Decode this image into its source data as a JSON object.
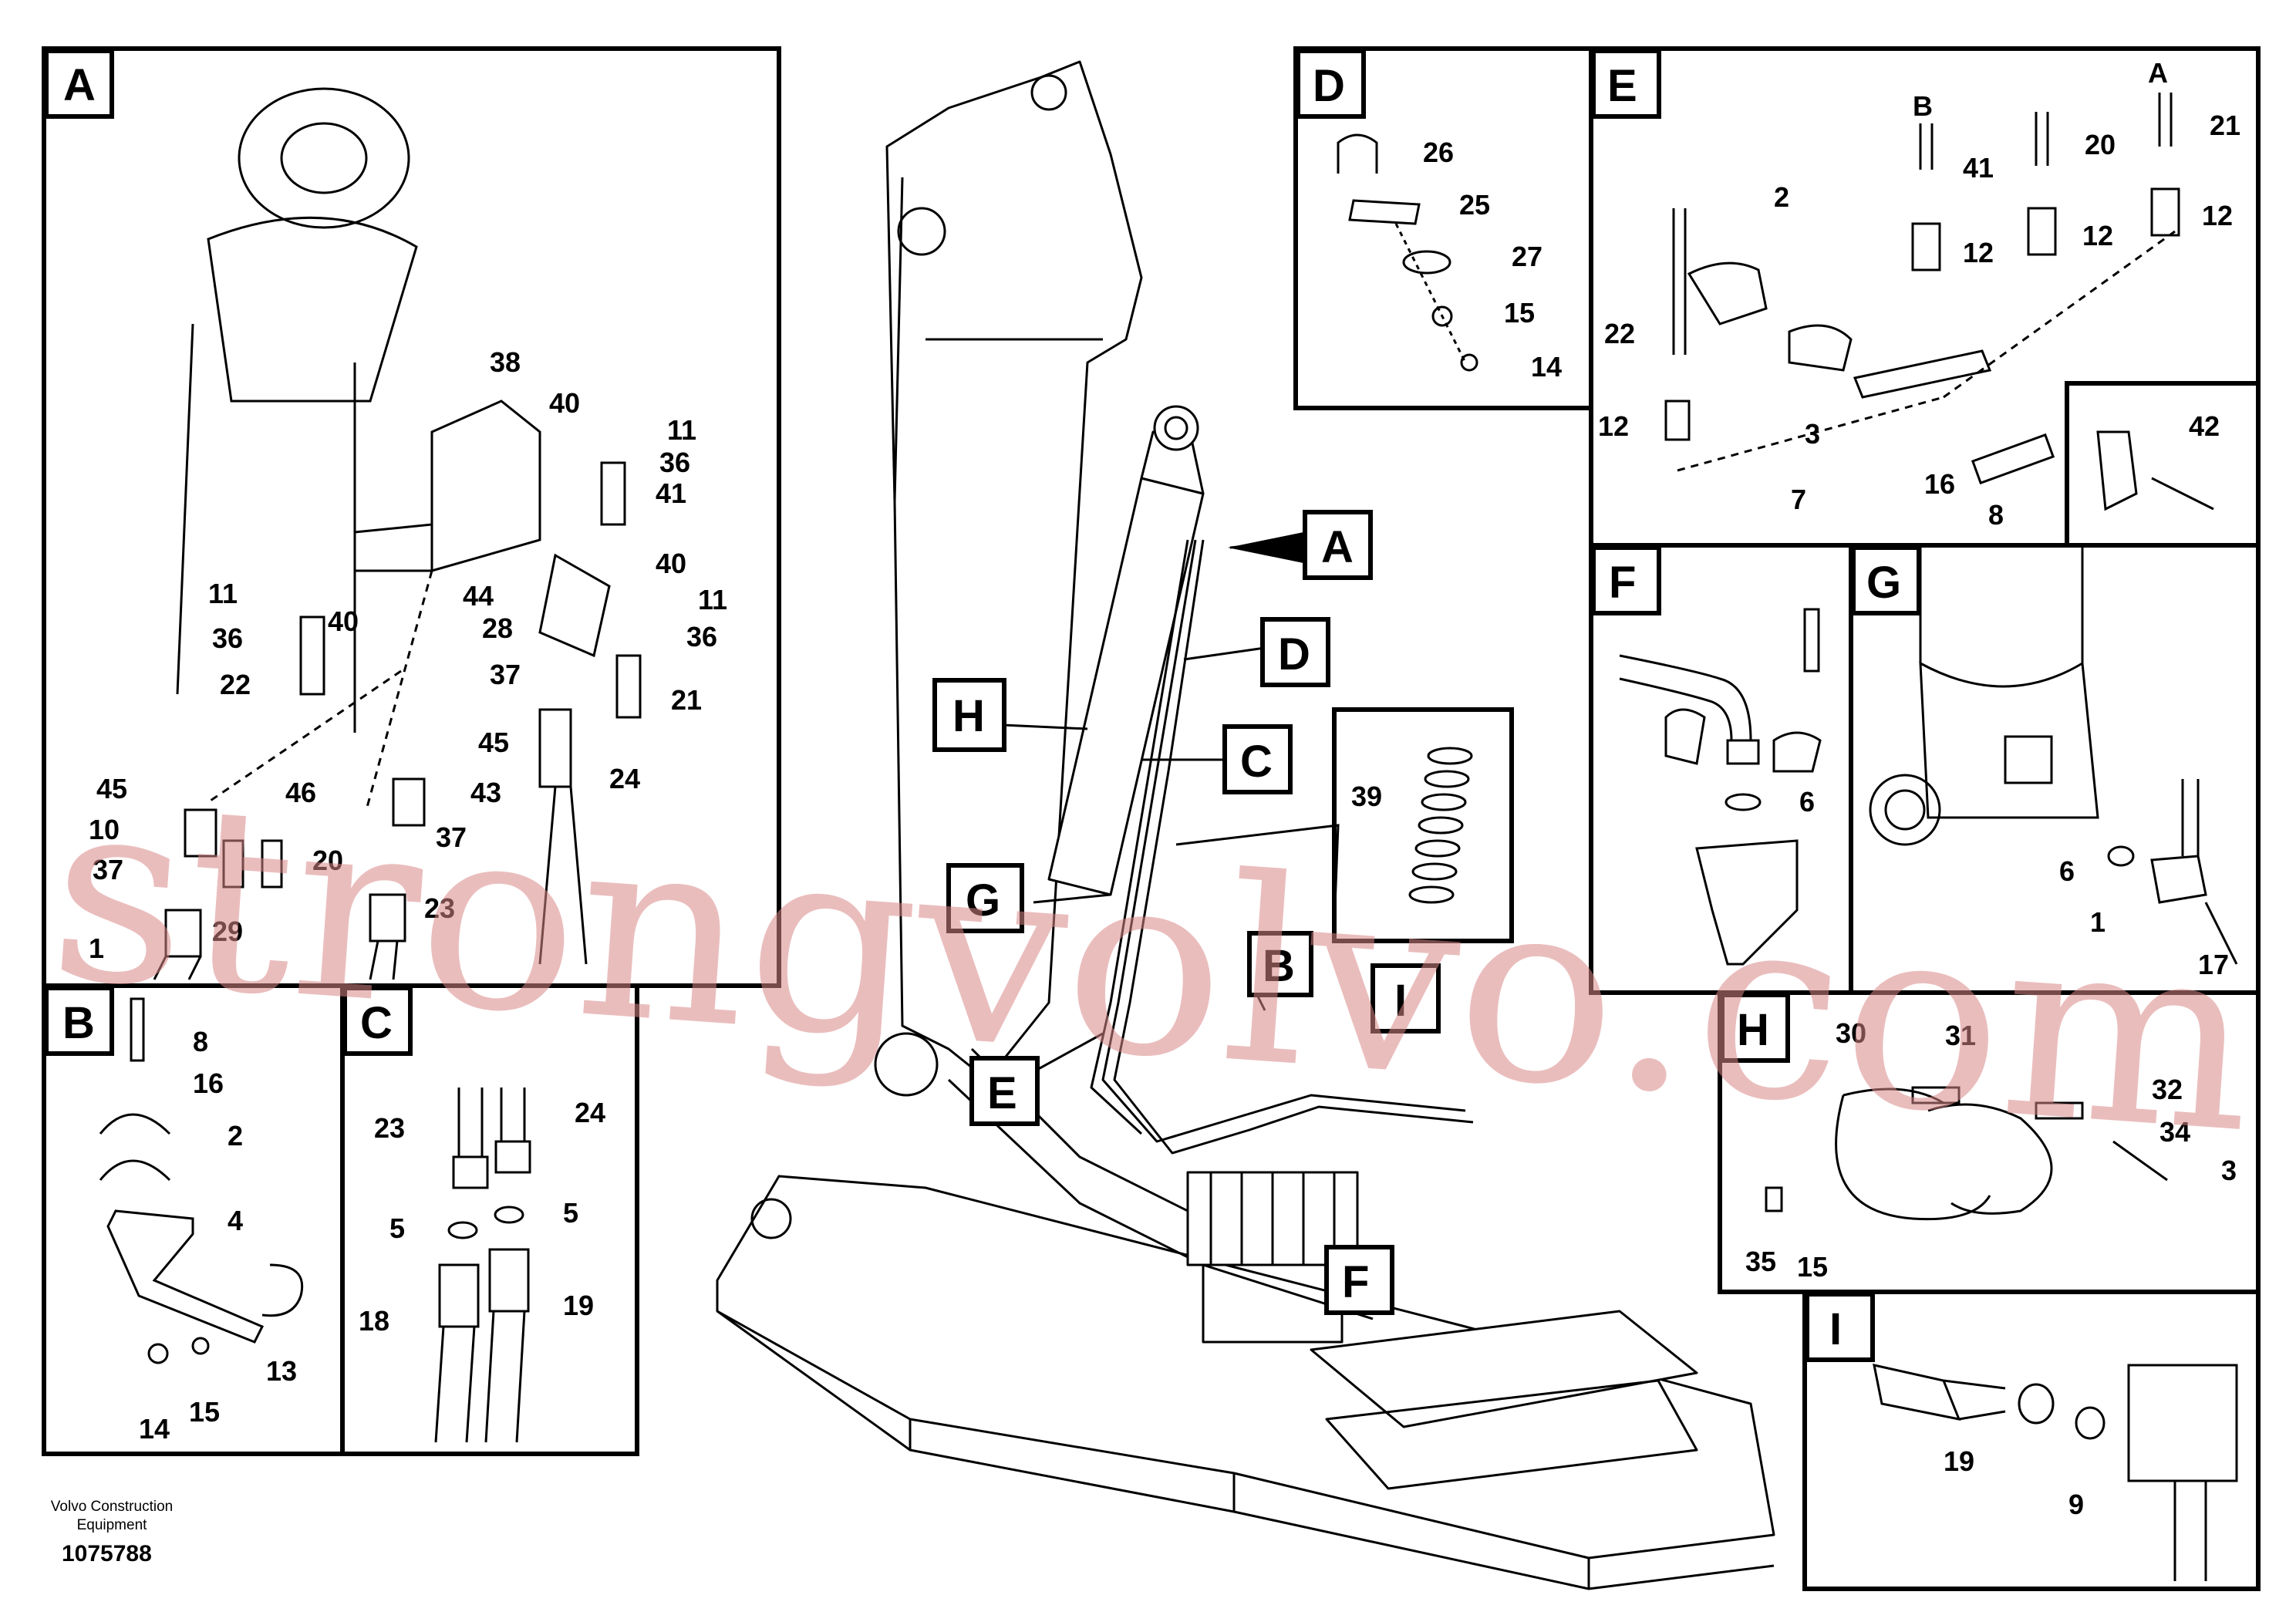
{
  "panels": {
    "A": {
      "letter": "A",
      "callouts": [
        "38",
        "40",
        "11",
        "36",
        "41",
        "11",
        "40",
        "40",
        "11",
        "36",
        "22",
        "44",
        "28",
        "37",
        "21",
        "36",
        "24",
        "45",
        "43",
        "45",
        "46",
        "10",
        "37",
        "20",
        "29",
        "37",
        "23",
        "1"
      ]
    },
    "B": {
      "letter": "B",
      "callouts": [
        "8",
        "16",
        "2",
        "4",
        "13",
        "14",
        "15"
      ]
    },
    "C": {
      "letter": "C",
      "callouts": [
        "23",
        "24",
        "5",
        "5",
        "18",
        "19"
      ]
    },
    "D": {
      "letter": "D",
      "callouts": [
        "26",
        "25",
        "27",
        "15",
        "14"
      ]
    },
    "E": {
      "letter": "E",
      "callouts": [
        "B",
        "A",
        "2",
        "41",
        "20",
        "21",
        "12",
        "12",
        "12",
        "22",
        "12",
        "3",
        "7",
        "16",
        "8",
        "42"
      ]
    },
    "F": {
      "letter": "F",
      "callouts": [
        "6"
      ]
    },
    "G": {
      "letter": "G",
      "callouts": [
        "6",
        "1",
        "17"
      ]
    },
    "H": {
      "letter": "H",
      "callouts": [
        "30",
        "31",
        "32",
        "34",
        "3",
        "35",
        "15"
      ]
    },
    "I": {
      "letter": "I",
      "callouts": [
        "19",
        "9"
      ]
    }
  },
  "main_callouts": {
    "A": "A",
    "D": "D",
    "C": "C",
    "H": "H",
    "G": "G",
    "E": "E",
    "F": "F",
    "B": "B",
    "I": "I",
    "hose": "39"
  },
  "footer": {
    "company_line1": "Volvo Construction",
    "company_line2": "Equipment",
    "drawing_number": "1075788"
  },
  "watermark": "strongvolvo.com",
  "colors": {
    "line": "#000000",
    "watermark": "#d98888",
    "background": "#ffffff"
  }
}
